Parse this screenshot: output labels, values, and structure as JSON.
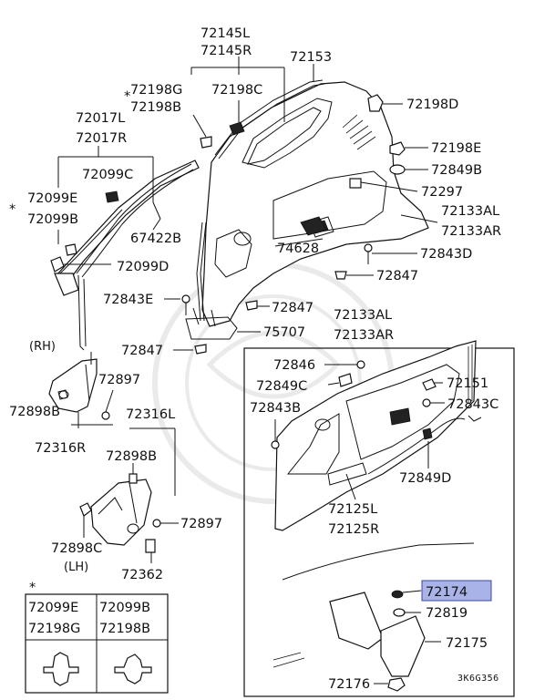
{
  "diagram": {
    "labels": {
      "p72145L": "72145L",
      "p72145R": "72145R",
      "p72153": "72153",
      "p72198G": "72198G",
      "p72198C": "72198C",
      "p72198B": "72198B",
      "p72198D": "72198D",
      "p72017L": "72017L",
      "p72017R": "72017R",
      "p72099C": "72099C",
      "p72198E": "72198E",
      "p72849B": "72849B",
      "p72099E": "72099E",
      "p72099B": "72099B",
      "p72297": "72297",
      "p72133AL_top": "72133AL",
      "p72133AR_top": "72133AR",
      "p67422B": "67422B",
      "p74628": "74628",
      "p72843D": "72843D",
      "p72099D": "72099D",
      "p72847_top": "72847",
      "p72843E": "72843E",
      "p72847_mid": "72847",
      "p72133AL_box": "72133AL",
      "p72133AR_box": "72133AR",
      "p75707": "75707",
      "p72847_low": "72847",
      "rh": "(RH)",
      "p72846": "72846",
      "p72897_top": "72897",
      "p72849C": "72849C",
      "p72151": "72151",
      "p72843B": "72843B",
      "p72843C": "72843C",
      "p72898B_top": "72898B",
      "p72316L": "72316L",
      "p72316R": "72316R",
      "p72898B_mid": "72898B",
      "p72849D": "72849D",
      "p72125L": "72125L",
      "p72125R": "72125R",
      "p72897_low": "72897",
      "p72898C": "72898C",
      "lh": "(LH)",
      "p72362": "72362",
      "p72174": "72174",
      "p72819": "72819",
      "p72175": "72175",
      "p72176": "72176",
      "star_top": "*",
      "star_left": "*",
      "star_table": "*"
    },
    "table": {
      "r1c1a": "72099E",
      "r1c1b": "72198G",
      "r1c2a": "72099B",
      "r1c2b": "72198B"
    },
    "code": "3K6G356",
    "highlight_color": "#a9b3e8"
  }
}
